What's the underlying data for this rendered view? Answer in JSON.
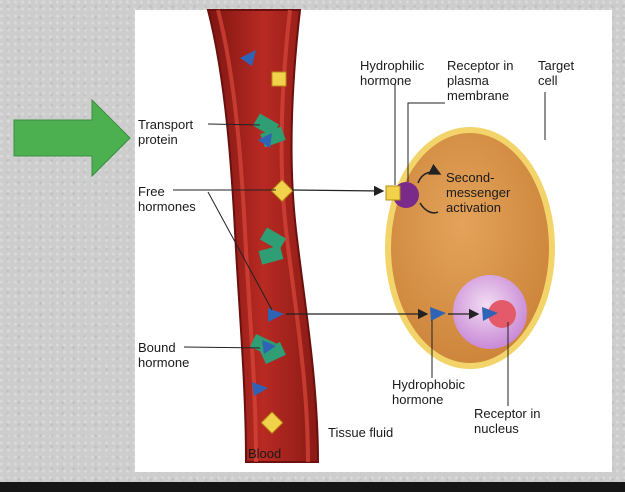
{
  "labels": {
    "transport_protein": "Transport\nprotein",
    "free_hormones": "Free\nhormones",
    "bound_hormone": "Bound\nhormone",
    "blood": "Blood",
    "tissue_fluid": "Tissue fluid",
    "hydrophilic_hormone": "Hydrophilic\nhormone",
    "receptor_membrane": "Receptor in\nplasma\nmembrane",
    "target_cell": "Target\ncell",
    "second_messenger": "Second-\nmessenger\nactivation",
    "hydrophobic_hormone": "Hydrophobic\nhormone",
    "receptor_nucleus": "Receptor in\nnucleus"
  },
  "colors": {
    "arrow_green": "#4caf50",
    "blood_red": "#b3231f",
    "cell_fill": "#d9924a",
    "cell_border": "#f3d46a",
    "hormone_yellow": "#f2d24a",
    "hormone_blue": "#2f63b5",
    "protein_green": "#2f9e74"
  }
}
